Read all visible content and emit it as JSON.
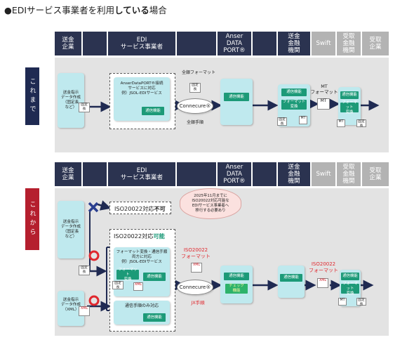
{
  "title": {
    "prefix": "●EDIサービス事業者を利用",
    "bold": "している",
    "suffix": "場合"
  },
  "headers": [
    "送金\n企業",
    "EDI\nサービス事業者",
    "Anser\nDATA\nPORT®",
    "送金\n金融\n機関",
    "Swift",
    "受取\n金融\n機関",
    "受取\n企業"
  ],
  "side_labels": {
    "before": "これまで",
    "after": "これから"
  },
  "before": {
    "company_box": "送金指示\nデータ作成\n（固定長\nなど）",
    "edi_box": "AnserDataPORT®接続\nサービスに対応\n例）JSOL-EDIサービス",
    "comm_unit": "通信機能",
    "network_top": "全銀フォーマット",
    "network_bottom": "全銀手順",
    "connecure": "Connecure®",
    "mt_format": "MT\nフォーマット",
    "format_conv": "フォーマット\n変換",
    "docs": {
      "fixed": "固定長",
      "mt": "MT"
    }
  },
  "after": {
    "iso_not": {
      "prefix": "ISO20022対応",
      "suffix": "不可"
    },
    "iso_ok": {
      "prefix": "ISO20022対応",
      "suffix": "可能"
    },
    "cloud": "2025年11月までに\nISO20022対応可能な\nEDIサービス事業者へ\n移行する必要あり",
    "company_box1": "送金指示\nデータ作成\n（固定長\nなど）",
    "company_box2": "送金指示\nデータ作成\n（XML）",
    "edi_box1": "フォーマット変換・通信手順\n両方に対応\n例）JSOL-EDIサービス",
    "edi_box2": "通信手順のみ対応",
    "iso_format": "ISO20022\nフォーマット",
    "iso_format2": "ISO20022\nフォーマット",
    "jx": "JX手順",
    "check": "チェック\n機能",
    "comm_unit": "通信機能",
    "connecure": "Connecure®",
    "format_conv": "フォーマット\n変換",
    "docs": {
      "fixed": "固定長",
      "xml": "XML",
      "mt": "MT"
    }
  },
  "colors": {
    "header": "#2b3350",
    "header_gray": "#b3b3b3",
    "band": "#e3e3e3",
    "green": "#1c9a78",
    "teal": "#bfe9ee",
    "red": "#e0282e",
    "blue_x": "#2a3f8f"
  }
}
